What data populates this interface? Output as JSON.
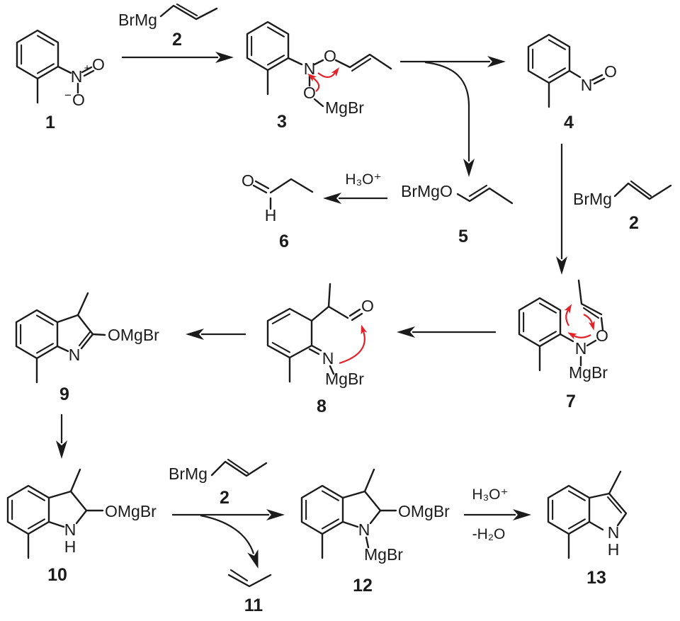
{
  "diagram": {
    "description": "Reaction mechanism scheme with numbered compounds 1-13 (Bartoli-type indole synthesis from 2-nitrotoluene and 1-propenylmagnesium bromide)",
    "colors": {
      "bond": "#1b1b1b",
      "mechanism_arrow": "#e22128"
    },
    "reagent2": {
      "label": "BrMg",
      "number": "2"
    },
    "compound_numbers": {
      "c1": "1",
      "c3": "3",
      "c4": "4",
      "c5": "5",
      "c6": "6",
      "c7": "7",
      "c8": "8",
      "c9": "9",
      "c10": "10",
      "c11": "11",
      "c12": "12",
      "c13": "13"
    },
    "atoms": {
      "c1": {
        "n": "N",
        "plus": "+",
        "o_top": "O",
        "minus": "−",
        "o_bottom": "O"
      },
      "c3": {
        "n": "N",
        "o_top": "O",
        "o_bottom": "O",
        "mgbr": "MgBr"
      },
      "c4": {
        "n": "N",
        "o": "O"
      },
      "c5": {
        "text": "BrMgO"
      },
      "c6": {
        "o": "O",
        "h": "H"
      },
      "c7": {
        "n": "N",
        "o": "O",
        "mgbr": "MgBr"
      },
      "c8": {
        "o": "O",
        "n": "N",
        "mgbr": "MgBr"
      },
      "c9": {
        "omgbr": "OMgBr",
        "n": "N"
      },
      "c10": {
        "omgbr": "OMgBr",
        "n": "N",
        "h": "H"
      },
      "c12": {
        "omgbr": "OMgBr",
        "n": "N",
        "mgbr": "MgBr"
      },
      "c13": {
        "n": "N",
        "h": "H"
      }
    },
    "conditions": {
      "h3o_mid": "H₃O⁺",
      "h3o_final": "H₃O⁺",
      "minus_h2o": "-H₂O"
    }
  }
}
